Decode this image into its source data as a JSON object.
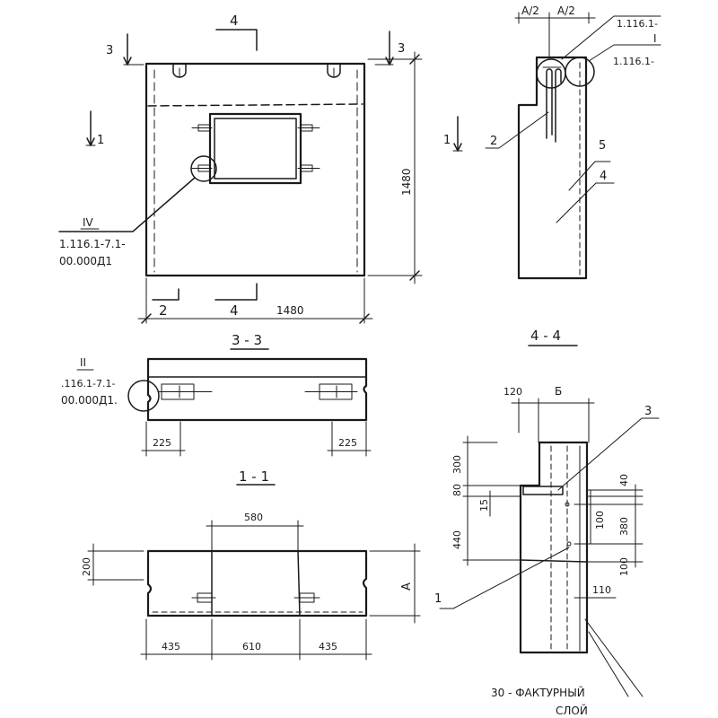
{
  "front_view": {
    "cut_marks": {
      "top": "4",
      "left_upper": "3",
      "right_upper": "3",
      "left": "1",
      "right": "1",
      "bottom_left": "2",
      "bottom_mid": "4"
    },
    "dim_height": "1480",
    "dim_width": "1480",
    "callout": {
      "num": "IV",
      "line1": "1.116.1-7.1-",
      "line2": "00.000Д1"
    }
  },
  "side_view": {
    "dims": [
      "A/2",
      "A/2"
    ],
    "ref_top": "1.116.1-",
    "ref_num": "I",
    "ref_bottom": "1.116.1-",
    "labels": [
      "2",
      "5",
      "4"
    ]
  },
  "section_3_3": {
    "title": "3 - 3",
    "callout": {
      "num": "II",
      "line1": ".116.1-7.1-",
      "line2": "00.000Д1."
    },
    "dims": [
      "225",
      "225"
    ]
  },
  "section_4_4": {
    "title": "4 - 4",
    "dims_top": [
      "120",
      "Б"
    ],
    "label_3": "3",
    "left_dims": [
      "300",
      "80",
      "15",
      "440"
    ],
    "right_dims": [
      "40",
      "100",
      "380",
      "100",
      "110"
    ],
    "label_1": "1",
    "note_line1": "30 - ФАКТУРНЫЙ",
    "note_line2": "СЛОЙ"
  },
  "section_1_1": {
    "title": "1 - 1",
    "dim_top": "580",
    "dim_left": "200",
    "dim_right": "А",
    "dims_bottom": [
      "435",
      "610",
      "435"
    ]
  }
}
